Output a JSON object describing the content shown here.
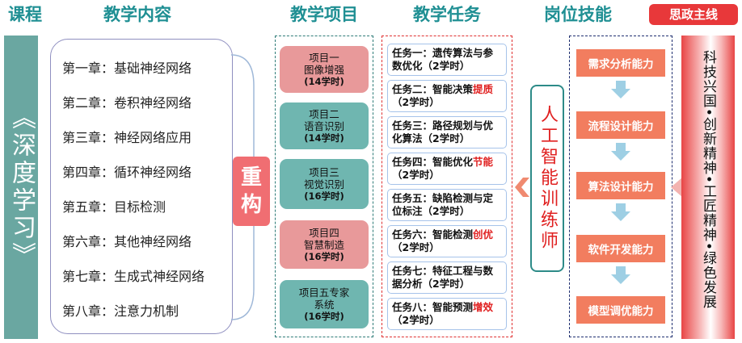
{
  "headers": {
    "course": "课程",
    "content": "教学内容",
    "projects": "教学项目",
    "tasks": "教学任务",
    "skills": "岗位技能",
    "ideology": "思政主线"
  },
  "course_title": "《深度学习》",
  "chapters": [
    "第一章：基础神经网络",
    "第二章：卷积神经网络",
    "第三章：神经网络应用",
    "第四章：循环神经网络",
    "第五章：目标检测",
    "第六章：其他神经网络",
    "第七章：生成式神经网络",
    "第八章：注意力机制"
  ],
  "restructure": [
    "重",
    "构"
  ],
  "projects": [
    {
      "title": "项目一",
      "name": "图像增强",
      "hours": "(14学时)"
    },
    {
      "title": "项目二",
      "name": "语音识别",
      "hours": "(14学时)"
    },
    {
      "title": "项目三",
      "name": "视觉识别",
      "hours": "(16学时)"
    },
    {
      "title": "项目四",
      "name": "智慧制造",
      "hours": "(16学时)"
    },
    {
      "title": "项目五专家",
      "name": "系统",
      "hours": "(16学时)"
    }
  ],
  "tasks": [
    {
      "pre": "任务一：遗传算法与参数优化",
      "hl": "",
      "post": "（2学时）"
    },
    {
      "pre": "任务二：智能决策",
      "hl": "提质",
      "post": "（2学时）"
    },
    {
      "pre": "任务三：路径规划与优化算法",
      "hl": "",
      "post": "（2学时）"
    },
    {
      "pre": "任务四：智能优化",
      "hl": "节能",
      "post": "（2学时）"
    },
    {
      "pre": "任务五：缺陷检测与定位标注",
      "hl": "",
      "post": "（2学时）"
    },
    {
      "pre": "任务六：智能检测",
      "hl": "创优",
      "post": "（2学时）"
    },
    {
      "pre": "任务七：特征工程与数据分析",
      "hl": "",
      "post": "（2学时）"
    },
    {
      "pre": "任务八：智能预测",
      "hl": "增效",
      "post": "（2学时）"
    }
  ],
  "trainer": "人工智能训练师",
  "skills": [
    "需求分析能力",
    "流程设计能力",
    "算法设计能力",
    "软件开发能力",
    "模型调优能力"
  ],
  "ideology_text": "科技兴国•创新精神•工匠精神•绿色发展",
  "colors": {
    "header_teal": "#1f8f93",
    "course_bar": "#6aa7a1",
    "project_pink": "#e8999a",
    "project_teal": "#6fb6b0",
    "highlight_red": "#e02020",
    "skill_orange": "#f27d5f",
    "arrow_blue": "#9ecfe4",
    "ideology_red": "#e8383a"
  }
}
